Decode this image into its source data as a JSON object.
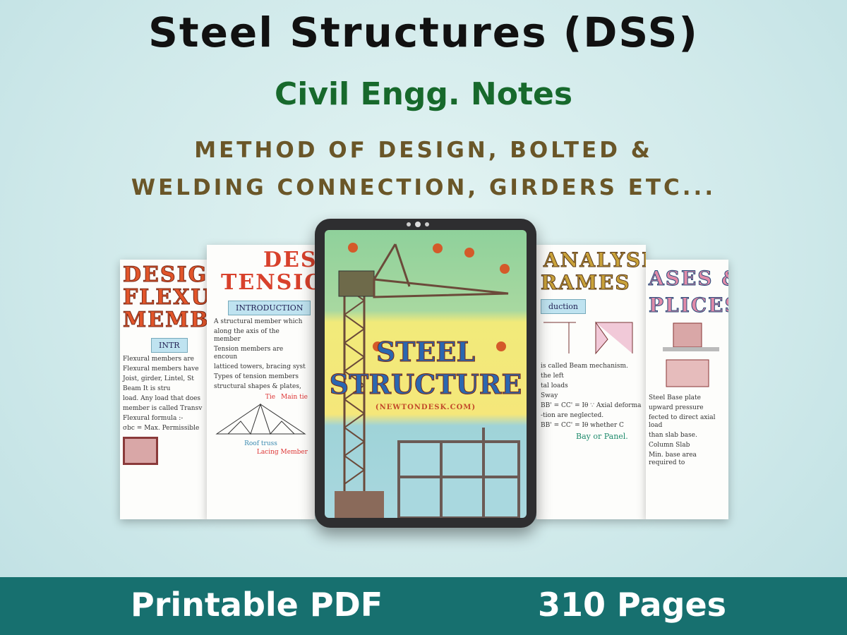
{
  "header": {
    "title": "Steel Structures (DSS)",
    "subtitle": "Civil Engg. Notes",
    "tagline_1": "METHOD OF DESIGN, BOLTED &",
    "tagline_2": "WELDING CONNECTION, GIRDERS ETC..."
  },
  "pages": [
    {
      "heading": [
        "DESIG",
        "FLEXU",
        "MEMB"
      ],
      "ribbon": "INTR",
      "lines": [
        "Flexural members are",
        "Flexural members have",
        "Joist, girder, Lintel, St",
        "Beam   It is stru",
        "load. Any load that does",
        "member is called Transv",
        "Flexural formula :-",
        "σbc = Max. Permissible"
      ]
    },
    {
      "heading": [
        "DESI",
        "TENSIO"
      ],
      "ribbon": "INTRODUCTION",
      "lines": [
        "A structural member which",
        "along the axis of the member",
        "Tension members are encoun",
        "latticed towers, bracing syst",
        "Types of tension members",
        "structural shapes & plates,"
      ],
      "labels": [
        "Tie",
        "Main tie",
        "Roof truss",
        "Lacing Member"
      ]
    },
    {
      "heading": [
        "ANALYSIS",
        "RAMES"
      ],
      "ribbon": "duction",
      "lines": [
        "is called Beam mechanism.",
        "the left",
        "tal loads",
        "Sway",
        "BB' = CC' = Iθ  ∵ Axial deforma",
        "-tion are neglected.",
        "BB' = CC' = Iθ   whether C"
      ],
      "labels": [
        "Bay or Panel."
      ]
    },
    {
      "heading": [
        "ASES &",
        "PLICES"
      ],
      "lines": [
        "Steel Base plate",
        "upward pressure",
        "fected to direct axial load",
        "than slab base.",
        "Column Slab",
        "Min. base area required to"
      ]
    }
  ],
  "cover": {
    "title_1": "STEEL",
    "title_2": "STRUCTURE",
    "site": "(NEWTONDESK.COM)"
  },
  "footer": {
    "format": "Printable PDF",
    "pages": "310 Pages"
  },
  "colors": {
    "title": "#111111",
    "subtitle": "#17692c",
    "tagline": "#6a5628",
    "band": "#17706f"
  }
}
